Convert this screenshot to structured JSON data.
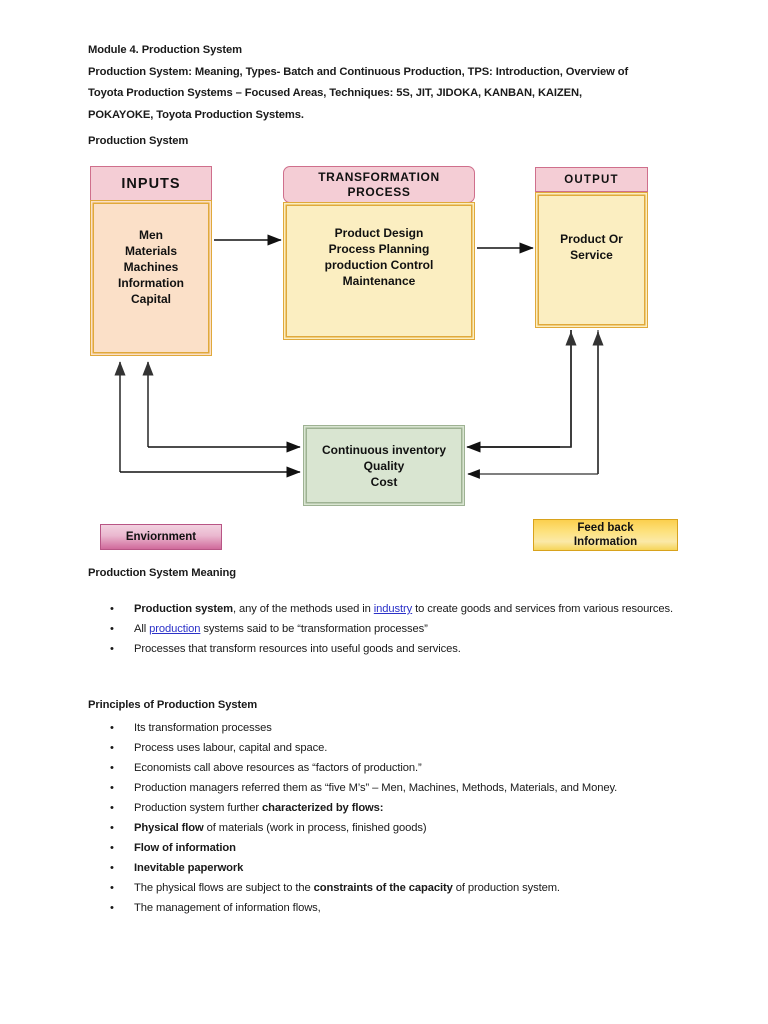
{
  "document": {
    "heading": "Module 4. Production System",
    "intro_lines": [
      "Production System: Meaning, Types- Batch and Continuous Production, TPS: Introduction, Overview of",
      "Toyota Production Systems – Focused Areas, Techniques: 5S, JIT, JIDOKA, KANBAN, KAIZEN,",
      "POKAYOKE, Toyota Production Systems."
    ],
    "diagram_caption": "Production System"
  },
  "diagram": {
    "inputs": {
      "header": "INPUTS",
      "body": "Men\nMaterials\nMachines\nInformation\nCapital",
      "header_color": "#f4cdd5",
      "body_color": "#fbe0c8"
    },
    "transformation": {
      "header": "TRANSFORMATION\nPROCESS",
      "body": "Product Design\nProcess Planning\nproduction Control\nMaintenance",
      "header_color": "#f4cdd5",
      "body_color": "#fbeec1"
    },
    "output": {
      "header": "OUTPUT",
      "body": "Product Or\nService",
      "header_color": "#f4cdd5",
      "body_color": "#fbeec1"
    },
    "inventory": {
      "text": "Continuous inventory\nQuality\nCost",
      "color": "#d9e5d1"
    },
    "environment": {
      "label": "Enviornment",
      "color": "#d06a9b"
    },
    "feedback": {
      "label": "Feed back\nInformation",
      "color": "#f6d55a"
    }
  },
  "meaning": {
    "heading": "Production System Meaning",
    "bullets": [
      {
        "parts": [
          {
            "text": "Production system",
            "style": "bold"
          },
          {
            "text": ", any of the methods used in ",
            "style": "normal"
          },
          {
            "text": "industry",
            "style": "link"
          },
          {
            "text": " to create goods and services from various resources.",
            "style": "normal"
          }
        ]
      },
      {
        "parts": [
          {
            "text": "All ",
            "style": "normal"
          },
          {
            "text": "production",
            "style": "link"
          },
          {
            "text": " systems said to be “transformation processes”",
            "style": "normal"
          }
        ]
      },
      {
        "parts": [
          {
            "text": "Processes that transform resources into useful goods and services.",
            "style": "normal"
          }
        ]
      }
    ]
  },
  "principles": {
    "heading": "Principles of Production System",
    "bullets": [
      {
        "parts": [
          {
            "text": "Its transformation processes",
            "style": "normal"
          }
        ]
      },
      {
        "parts": [
          {
            "text": "Process uses labour, capital and space.",
            "style": "normal"
          }
        ]
      },
      {
        "parts": [
          {
            "text": "Economists call above resources as “factors of production.”",
            "style": "normal"
          }
        ]
      },
      {
        "parts": [
          {
            "text": "Production managers referred them as “five M’s” – Men, Machines, Methods, Materials, and Money.",
            "style": "normal"
          }
        ]
      },
      {
        "parts": [
          {
            "text": "Production system further ",
            "style": "normal"
          },
          {
            "text": "characterized by flows:",
            "style": "bold"
          }
        ]
      },
      {
        "parts": [
          {
            "text": "Physical flow",
            "style": "bold"
          },
          {
            "text": " of materials (work in process, finished goods)",
            "style": "normal"
          }
        ]
      },
      {
        "parts": [
          {
            "text": "Flow of information",
            "style": "bold"
          }
        ]
      },
      {
        "parts": [
          {
            "text": "Inevitable paperwork",
            "style": "bold"
          }
        ]
      },
      {
        "parts": [
          {
            "text": "The physical flows are subject to the ",
            "style": "normal"
          },
          {
            "text": "constraints of the capacity",
            "style": "bold"
          },
          {
            "text": " of production system.",
            "style": "normal"
          }
        ]
      },
      {
        "parts": [
          {
            "text": "The management of information flows,",
            "style": "normal"
          }
        ]
      }
    ]
  },
  "bullet_glyph": "•"
}
